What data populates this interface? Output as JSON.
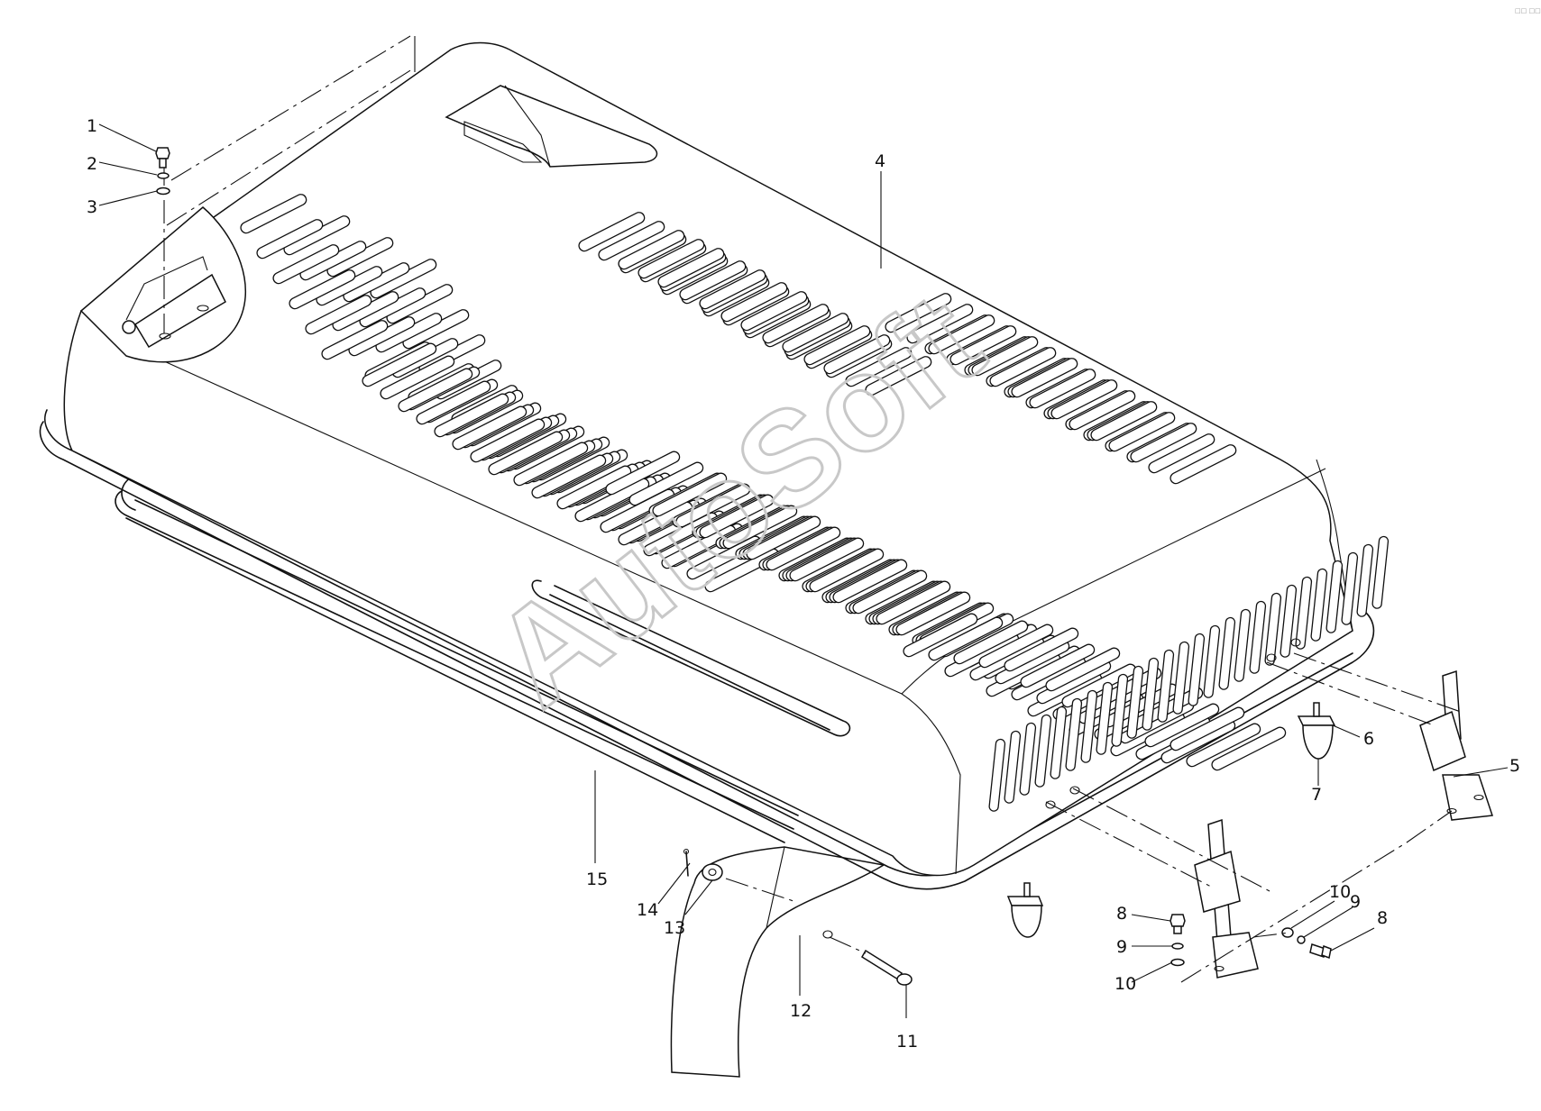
{
  "watermark": "AutoSoft",
  "corner_mark": "□□ □□",
  "callouts": [
    {
      "id": "c1",
      "text": "1"
    },
    {
      "id": "c2",
      "text": "2"
    },
    {
      "id": "c3",
      "text": "3"
    },
    {
      "id": "c4",
      "text": "4"
    },
    {
      "id": "c5",
      "text": "5"
    },
    {
      "id": "c6",
      "text": "6"
    },
    {
      "id": "c7",
      "text": "7"
    },
    {
      "id": "c8a",
      "text": "8"
    },
    {
      "id": "c8b",
      "text": "8"
    },
    {
      "id": "c9a",
      "text": "9"
    },
    {
      "id": "c9b",
      "text": "9"
    },
    {
      "id": "c10a",
      "text": "10"
    },
    {
      "id": "c10b",
      "text": "10"
    },
    {
      "id": "c11",
      "text": "11"
    },
    {
      "id": "c12",
      "text": "12"
    },
    {
      "id": "c13",
      "text": "13"
    },
    {
      "id": "c14",
      "text": "14"
    },
    {
      "id": "c15",
      "text": "15"
    }
  ]
}
